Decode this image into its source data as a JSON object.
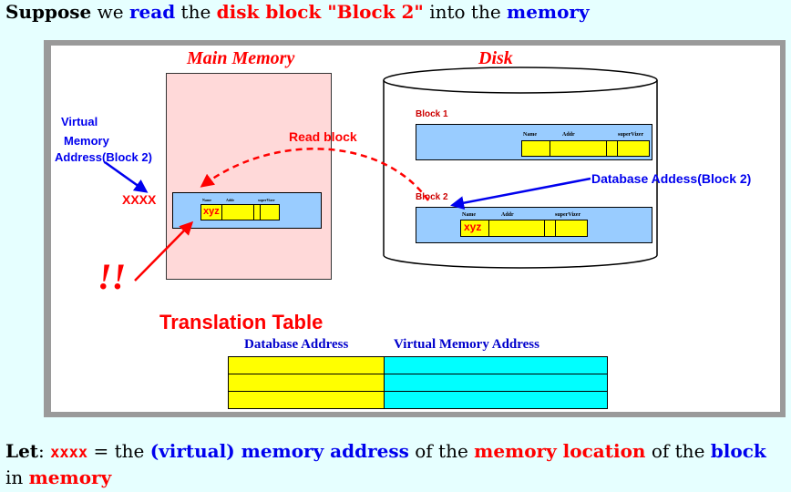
{
  "header": {
    "w1": "Suppose",
    "w2": "we",
    "w3": "read",
    "w4": "the",
    "w5": "disk block \"Block 2\"",
    "w6": "into the",
    "w7": "memory"
  },
  "diagram": {
    "main_memory_label": "Main Memory",
    "disk_label": "Disk",
    "virtual_addr_label": [
      "Virtual",
      "Memory",
      "Address(Block 2)"
    ],
    "xxxx_label": "XXXX",
    "read_block_label": "Read block",
    "db_address_label": "Database Addess(Block 2)",
    "block1_label": "Block 1",
    "block2_label": "Block 2",
    "field_name": "Name",
    "field_addr": "Addr",
    "field_super": "superVizer",
    "xyz": "xyz",
    "exclaim": "!!"
  },
  "translation_table": {
    "title": "Translation Table",
    "columns": [
      "Database Address",
      "Virtual Memory Address"
    ],
    "rows": 3
  },
  "footer": {
    "w1": "Let",
    "w2": ":",
    "w3": "xxxx",
    "w4": "= the",
    "w5": "(virtual) memory address",
    "w6": "of the",
    "w7": "memory location",
    "w8": "of the",
    "w9": "block",
    "w10": "in",
    "w11": "memory"
  }
}
